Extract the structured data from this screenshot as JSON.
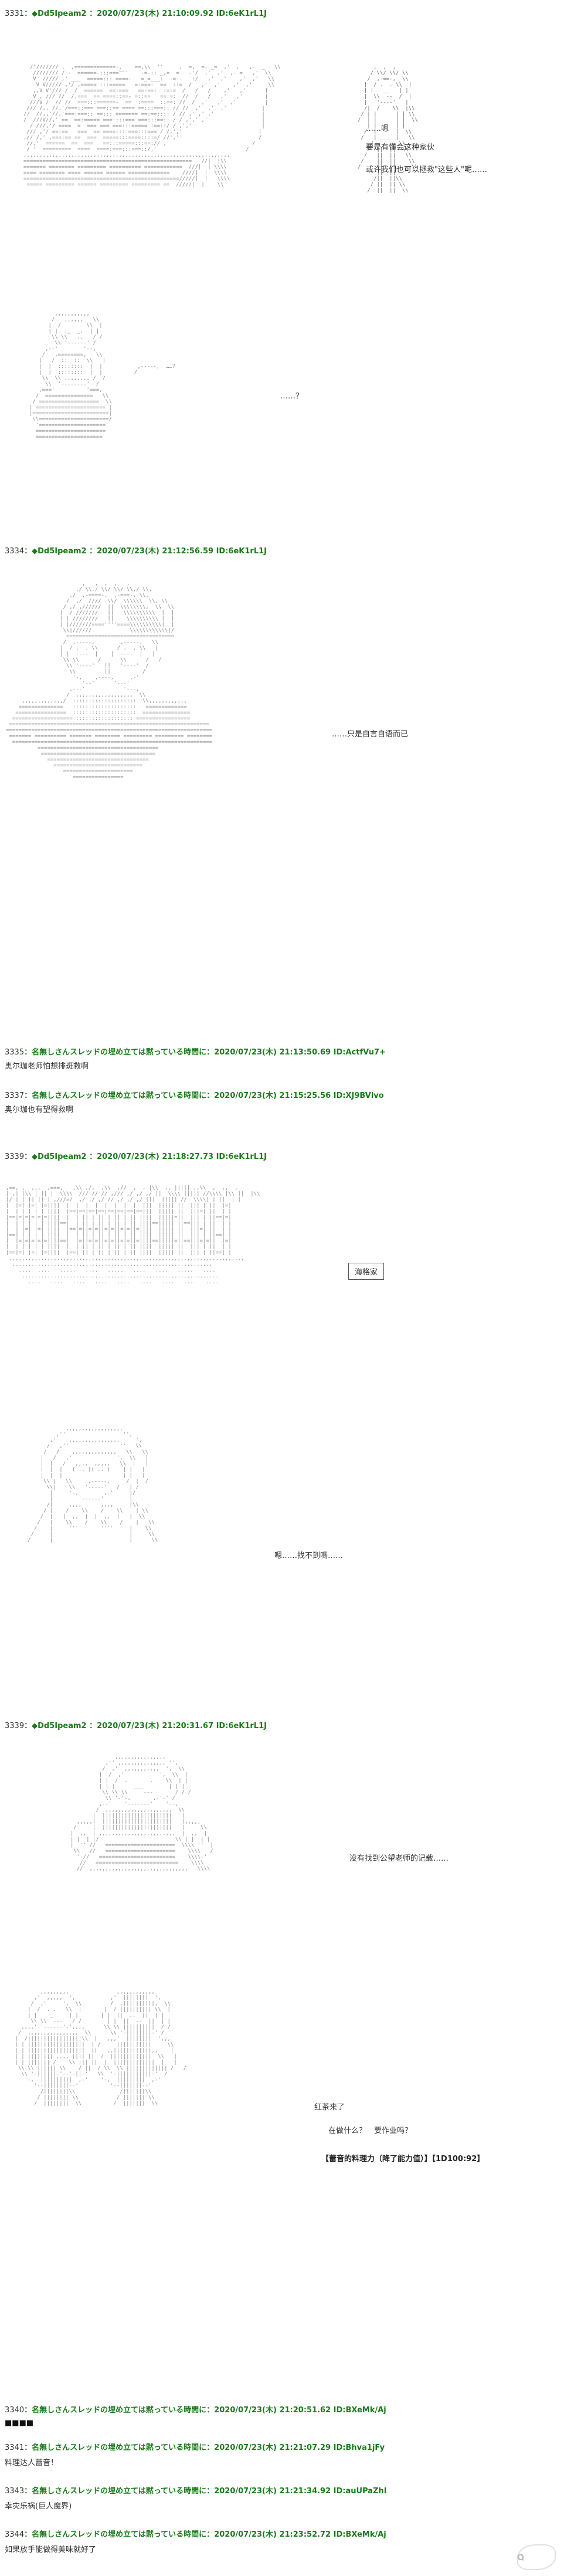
{
  "posts": [
    {
      "num": "3331",
      "meta": "：◆Dd5Ipeam2 ：2020/07/23(木) 21:10:09.92 ID:6eK1rL1J"
    },
    {
      "num": "3334",
      "meta": "：◆Dd5Ipeam2 ：2020/07/23(木) 21:12:56.59 ID:6eK1rL1J"
    },
    {
      "num": "3335",
      "meta": "：名無しさんスレッドの埋め立ては黙っている時間に：2020/07/23(木) 21:13:50.69 ID:ActfVu7+",
      "text": "奥尔珈老师怕想排斑救啊"
    },
    {
      "num": "3337",
      "meta": "：名無しさんスレッドの埋め立ては黙っている時間に：2020/07/23(木) 21:15:25.56 ID:XJ9BVlvo",
      "text": "奥尔珈也有望得救啊"
    },
    {
      "num": "3339",
      "meta": "：◆Dd5Ipeam2 ：2020/07/23(木) 21:18:27.73 ID:6eK1rL1J"
    },
    {
      "num": "3339",
      "meta": "：◆Dd5Ipeam2 ：2020/07/23(木) 21:20:31.67 ID:6eK1rL1J"
    },
    {
      "num": "3340",
      "meta": "：名無しさんスレッドの埋め立ては黙っている時間に：2020/07/23(木) 21:20:51.62 ID:BXeMk/Aj"
    },
    {
      "num": "3341",
      "meta": "：名無しさんスレッドの埋め立ては黙っている時間に：2020/07/23(木) 21:21:07.29 ID:Bhva1jFy",
      "text": "料理达人蕾音！"
    },
    {
      "num": "3343",
      "meta": "：名無しさんスレッドの埋め立ては黙っている時間に：2020/07/23(木) 21:21:34.92 ID:auUPaZhI",
      "text": "幸灾乐祸(巨人魔界)"
    },
    {
      "num": "3344",
      "meta": "：名無しさんスレッドの埋め立ては黙っている時間に：2020/07/23(木) 21:23:52.72 ID:BXeMk/Aj",
      "text": "如果放手能做得美味就好了"
    }
  ],
  "dialogs": {
    "d1": "……嗯",
    "d2": "要是有懂会这种家伙",
    "d3": "或许我们也可以拯救\"这些人\"呢……",
    "d4": "……？",
    "d5": "……只是自言自语而已",
    "d6": "嗯……找不到嗎……",
    "d7": "没有找到公望老师的记载……",
    "d8": "红茶来了",
    "d9": "在做什么？　要作业吗？",
    "d10": "【蕾音的料理力（降了能力值）】【1D100:92】"
  },
  "box_label": "海格家",
  "watermark": "Q"
}
